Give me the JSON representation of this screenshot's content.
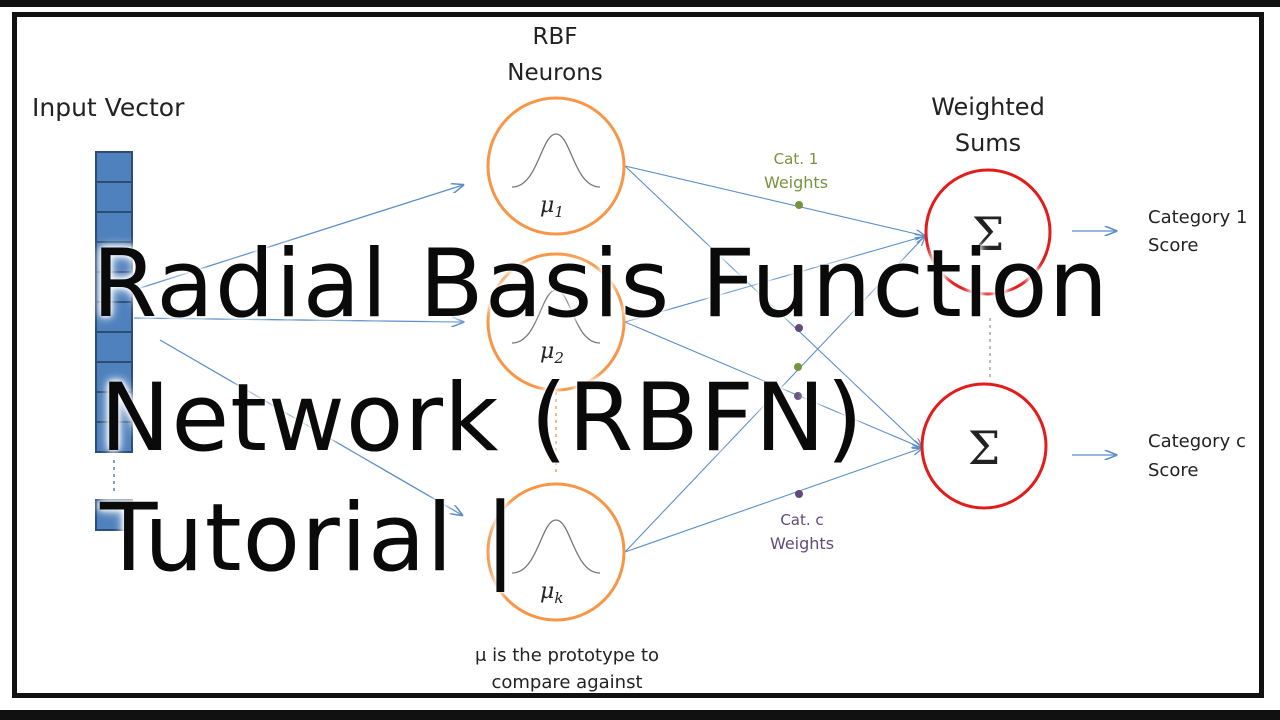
{
  "diagram": {
    "input_label": "Input Vector",
    "rbf_label_line1": "RBF",
    "rbf_label_line2": "Neurons",
    "sums_label_line1": "Weighted",
    "sums_label_line2": "Sums",
    "neurons": [
      {
        "label": "μ",
        "sub": "1"
      },
      {
        "label": "μ",
        "sub": "2"
      },
      {
        "label": "μ",
        "sub": "k"
      }
    ],
    "sum_symbol": "Σ",
    "weights_top_line1": "Cat. 1",
    "weights_top_line2": "Weights",
    "weights_bottom_line1": "Cat. c",
    "weights_bottom_line2": "Weights",
    "out1_line1": "Category 1",
    "out1_line2": "Score",
    "out2_line1": "Category c",
    "out2_line2": "Score",
    "note_line1": "μ is the prototype to",
    "note_line2": "compare against",
    "colors": {
      "input": "#4f81bd",
      "neuron": "#f79646",
      "sum": "#e31b1b",
      "connector": "#5b8fc9",
      "cat1": "#77933c",
      "catc": "#604a7b"
    }
  },
  "overlay": {
    "line1": "Radial Basis Function",
    "line2": "Network (RBFN)",
    "line3": "Tutorial |"
  }
}
